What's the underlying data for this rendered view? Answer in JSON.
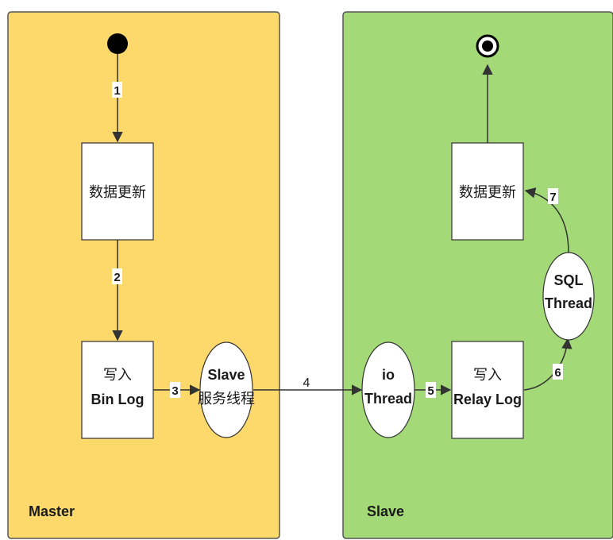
{
  "lanes": {
    "master": {
      "label": "Master",
      "color": "#fcd96a"
    },
    "slave": {
      "label": "Slave",
      "color": "#a3d977"
    }
  },
  "nodes": {
    "master_update": {
      "label": "数据更新"
    },
    "write_binlog": {
      "line1": "写入",
      "line2": "Bin Log"
    },
    "slave_service_thread": {
      "line1": "Slave",
      "line2": "服务线程"
    },
    "io_thread": {
      "line1": "io",
      "line2": "Thread"
    },
    "write_relaylog": {
      "line1": "写入",
      "line2": "Relay Log"
    },
    "sql_thread": {
      "line1": "SQL",
      "line2": "Thread"
    },
    "slave_update": {
      "label": "数据更新"
    }
  },
  "steps": {
    "s1": "1",
    "s2": "2",
    "s3": "3",
    "s4": "4",
    "s5": "5",
    "s6": "6",
    "s7": "7"
  }
}
